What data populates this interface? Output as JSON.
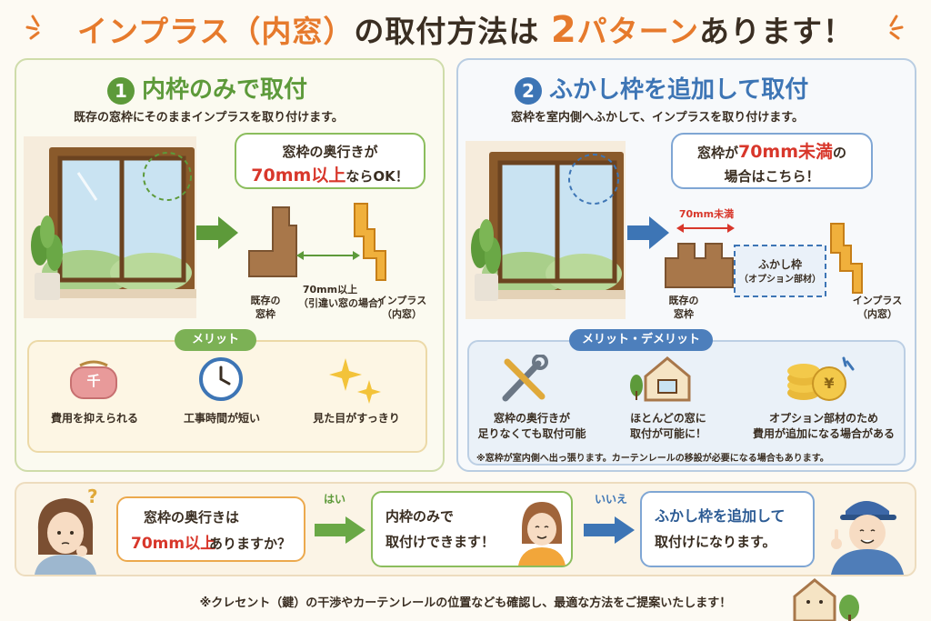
{
  "title": {
    "part1": "インプラス（内窓）",
    "part2": "の取付方法は",
    "num": "2",
    "part3": "パターン",
    "part4": "あります！"
  },
  "colors": {
    "green": "#5d9a3a",
    "blue": "#3d75b5",
    "orange": "#e67a2c",
    "red": "#d8372b"
  },
  "pattern1": {
    "num": "1",
    "title": "内枠のみで取付",
    "subtitle": "既存の窓枠にそのままインプラスを取り付けます。",
    "bubble_line1": "窓枠の奥行きが",
    "bubble_red": "70mm以上",
    "bubble_line2": "ならOK！",
    "dim_line1": "70mm以上",
    "dim_line2": "（引違い窓の場合）",
    "frame_line1": "既存の",
    "frame_line2": "窓枠",
    "inplus_line1": "インプラス",
    "inplus_line2": "（内窓）",
    "merit_title": "メリット",
    "merits": [
      "費用を抑えられる",
      "工事時間が短い",
      "見た目がすっきり"
    ]
  },
  "pattern2": {
    "num": "2",
    "title": "ふかし枠を追加して取付",
    "subtitle": "窓枠を室内側へふかして、インプラスを取り付けます。",
    "bubble_line1_a": "窓枠が",
    "bubble_red": "70mm未満",
    "bubble_line1_b": "の",
    "bubble_line2": "場合はこちら！",
    "dim_label": "70mm未満",
    "fukashi_line1": "ふかし枠",
    "fukashi_line2": "（オプション部材）",
    "frame_line1": "既存の",
    "frame_line2": "窓枠",
    "inplus_line1": "インプラス",
    "inplus_line2": "（内窓）",
    "merit_title": "メリット・デメリット",
    "merits": [
      {
        "l1": "窓枠の奥行きが",
        "l2": "足りなくても取付可能"
      },
      {
        "l1": "ほとんどの窓に",
        "l2": "取付が可能に！"
      },
      {
        "l1": "オプション部材のため",
        "l2": "費用が追加になる場合がある"
      }
    ],
    "note": "※窓枠が室内側へ出っ張ります。カーテンレールの移設が必要になる場合もあります。"
  },
  "flow": {
    "question_line1": "窓枠の奥行きは",
    "question_red": "70mm以上",
    "question_line2": "ありますか？",
    "yes": "はい",
    "no": "いいえ",
    "answer_yes_line1": "内枠のみで",
    "answer_yes_line2": "取付けできます！",
    "answer_no_line1": "ふかし枠を追加して",
    "answer_no_line2": "取付けになります。",
    "qmark": "?"
  },
  "footer": "※クレセント（鍵）の干渉やカーテンレールの位置なども確認し、最適な方法をご提案いたします！",
  "coin_mark": "¥",
  "purse_mark": "千"
}
